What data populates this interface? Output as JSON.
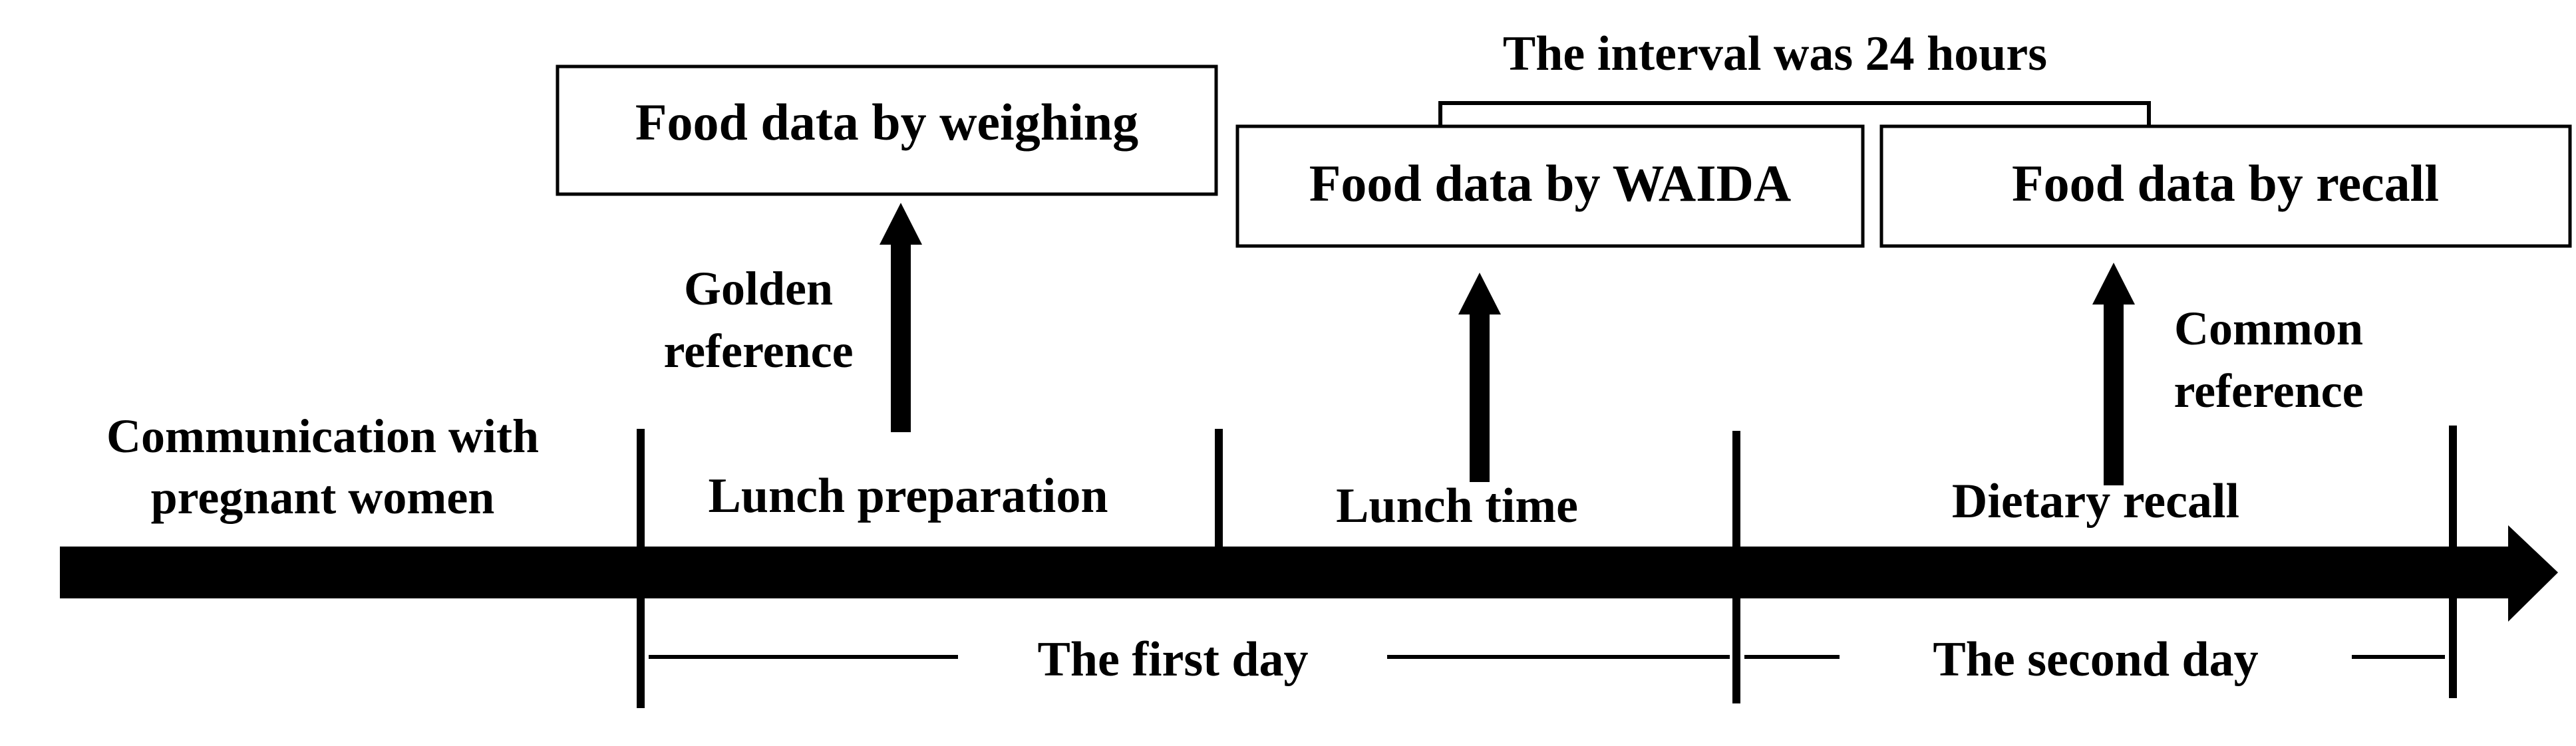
{
  "labels": {
    "communication_line1": "Communication with",
    "communication_line2": "pregnant women",
    "lunch_preparation": "Lunch preparation",
    "lunch_time": "Lunch time",
    "dietary_recall": "Dietary recall",
    "golden_line1": "Golden",
    "golden_line2": "reference",
    "common_line1": "Common",
    "common_line2": "reference",
    "interval": "The interval was 24 hours",
    "first_day": "The first day",
    "second_day": "The second day"
  },
  "boxes": {
    "weighing": "Food data by weighing",
    "waida": "Food data by WAIDA",
    "recall": "Food data by recall"
  },
  "colors": {
    "ink": "#000000",
    "background": "#ffffff"
  }
}
